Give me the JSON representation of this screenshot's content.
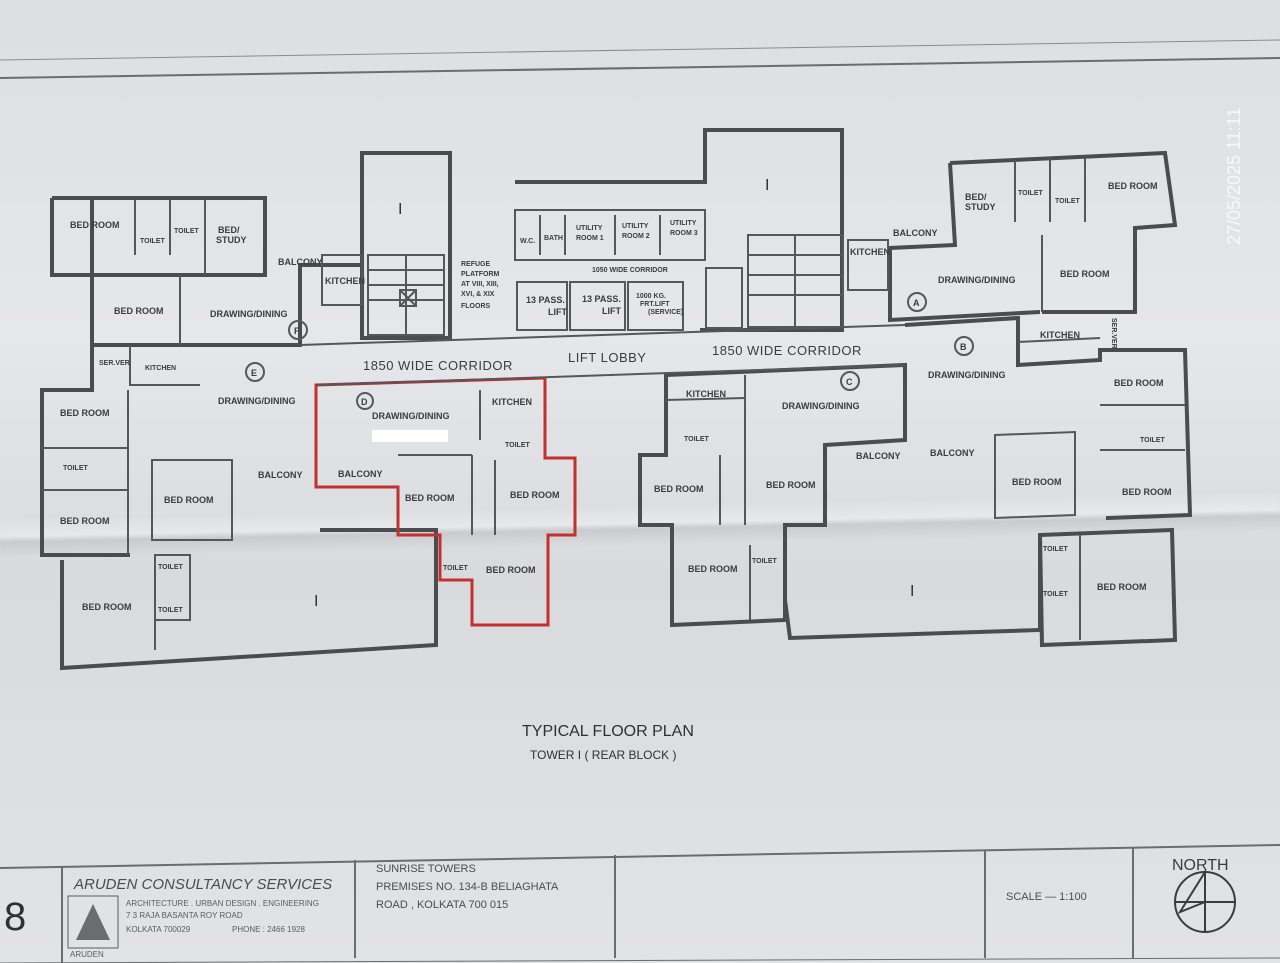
{
  "plan": {
    "title": "TYPICAL FLOOR PLAN",
    "subtitle": "TOWER I ( REAR BLOCK )",
    "corridor_label": "1850 WIDE CORRIDOR",
    "lift_lobby": "LIFT LOBBY",
    "small_corridor": "1050 WIDE CORRIDOR",
    "refuge": [
      "REFUGE",
      "PLATFORM",
      "AT VIII, XIII,",
      "XVI, & XIX",
      "FLOORS"
    ],
    "lift1": [
      "13 PASS.",
      "LIFT"
    ],
    "lift2": [
      "13 PASS.",
      "LIFT"
    ],
    "lift3": [
      "1000 KG.",
      "FRT.LIFT",
      "(SERVICE)"
    ],
    "service": {
      "wc": "W.C.",
      "bath": "BATH",
      "utility1": [
        "UTILITY",
        "ROOM 1"
      ],
      "utility2": [
        "UTILITY",
        "ROOM 2"
      ],
      "utility3": [
        "UTILITY",
        "ROOM 3"
      ]
    },
    "void": "I",
    "units": [
      "A",
      "B",
      "C",
      "D",
      "E",
      "F"
    ],
    "rooms": {
      "bed_room": "BED ROOM",
      "bed_study": [
        "BED/",
        "STUDY"
      ],
      "toilet": "TOILET",
      "kitchen": "KITCHEN",
      "drawing_dining": "DRAWING/DINING",
      "balcony": "BALCONY",
      "ser_ver": "SER.VER"
    }
  },
  "title_block": {
    "sheet_no": "8",
    "firm": "ARUDEN CONSULTANCY SERVICES",
    "firm_services": "ARCHITECTURE . URBAN DESIGN . ENGINEERING",
    "firm_address": "7 3 RAJA BASANTA ROY ROAD",
    "firm_city": "KOLKATA 700029",
    "firm_phone": "PHONE : 2466 1928",
    "logo_text": "ARUDEN",
    "project": "SUNRISE TOWERS",
    "premises": "PREMISES NO. 134-B BELIAGHATA",
    "road": "ROAD ,   KOLKATA 700 015",
    "scale": "SCALE  —  1:100",
    "north": "NORTH"
  },
  "stamp": "27/05/2025 11:11",
  "colors": {
    "wall": "#4a4c50",
    "highlight": "#c2312c",
    "paper": "#e2e3e6"
  }
}
